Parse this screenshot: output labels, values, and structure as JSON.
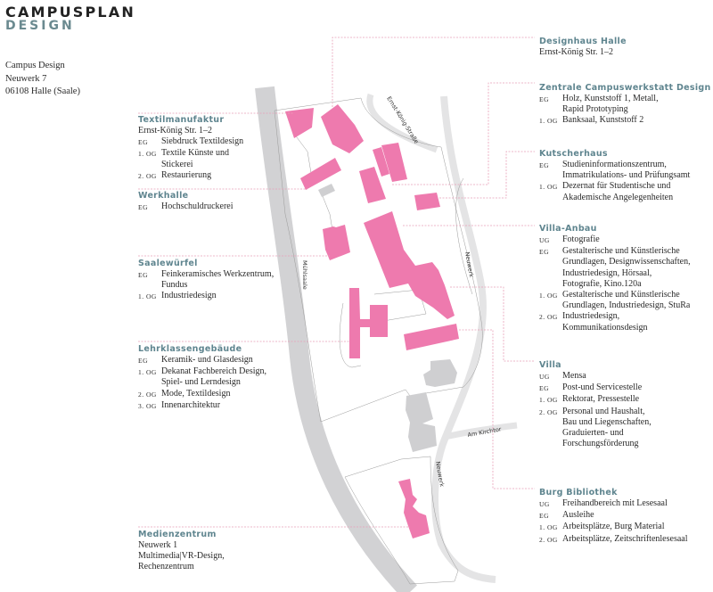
{
  "header": {
    "title": "CAMPUSPLAN",
    "subtitle": "DESIGN"
  },
  "address": {
    "line1": "Campus Design",
    "line2": "Neuwerk 7",
    "line3": "06108 Halle (Saale)"
  },
  "streets": {
    "river": "Mühlsaale",
    "ernst_koenig": "Ernst-König-Straße",
    "neuwerk_upper": "Neuwerk",
    "neuwerk_lower": "Neuwerk",
    "kirchtor": "Am Kirchtor"
  },
  "colors": {
    "building": "#ee7aae",
    "other_building": "#cfcfd1",
    "heading": "#5f858f",
    "leader": "#e8a0b8",
    "road": "#e4e4e5",
    "river": "#d2d2d4"
  },
  "buildings": [
    {
      "id": "textilmanufaktur",
      "name": "Textilmanufaktur",
      "address": "Ernst-König Str. 1–2",
      "floors": [
        {
          "floor": "EG",
          "text": "Siebdruck Textildesign"
        },
        {
          "floor": "1. OG",
          "text": "Textile Künste und\nStickerei"
        },
        {
          "floor": "2. OG",
          "text": "Restaurierung"
        }
      ]
    },
    {
      "id": "werkhalle",
      "name": "Werkhalle",
      "floors": [
        {
          "floor": "EG",
          "text": "Hochschuldruckerei"
        }
      ]
    },
    {
      "id": "saalewuerfel",
      "name": "Saalewürfel",
      "floors": [
        {
          "floor": "EG",
          "text": "Feinkeramisches Werkzentrum,\nFundus"
        },
        {
          "floor": "1. OG",
          "text": "Industriedesign"
        }
      ]
    },
    {
      "id": "lehrklassengebaeude",
      "name": "Lehrklassengebäude",
      "floors": [
        {
          "floor": "EG",
          "text": "Keramik- und Glasdesign"
        },
        {
          "floor": "1. OG",
          "text": "Dekanat Fachbereich Design,\nSpiel- und Lerndesign"
        },
        {
          "floor": "2. OG",
          "text": "Mode, Textildesign"
        },
        {
          "floor": "3. OG",
          "text": "Innenarchitektur"
        }
      ]
    },
    {
      "id": "medienzentrum",
      "name": "Medienzentrum",
      "address": "Neuwerk 1",
      "lines": [
        "Multimedia|VR-Design,",
        "Rechenzentrum"
      ]
    },
    {
      "id": "designhaus",
      "name": "Designhaus Halle",
      "address": "Ernst-König Str. 1–2"
    },
    {
      "id": "campuswerkstatt",
      "name": "Zentrale Campuswerkstatt Design",
      "floors": [
        {
          "floor": "EG",
          "text": "Holz, Kunststoff 1, Metall,\nRapid Prototyping"
        },
        {
          "floor": "1. OG",
          "text": "Banksaal, Kunststoff 2"
        }
      ]
    },
    {
      "id": "kutscherhaus",
      "name": "Kutscherhaus",
      "floors": [
        {
          "floor": "EG",
          "text": "Studieninformationszentrum,\nImmatrikulations- und Prüfungsamt"
        },
        {
          "floor": "1. OG",
          "text": "Dezernat für Studentische und\nAkademische Angelegenheiten"
        }
      ]
    },
    {
      "id": "villa-anbau",
      "name": "Villa-Anbau",
      "floors": [
        {
          "floor": "UG",
          "text": "Fotografie"
        },
        {
          "floor": "EG",
          "text": "Gestalterische und Künstlerische\nGrundlagen, Designwissenschaften,\nIndustriedesign, Hörsaal,\nFotografie, Kino.120a"
        },
        {
          "floor": "1. OG",
          "text": "Gestalterische und Künstlerische\nGrundlagen, Industriedesign, StuRa"
        },
        {
          "floor": "2. OG",
          "text": "Industriedesign,\nKommunikationsdesign"
        }
      ]
    },
    {
      "id": "villa",
      "name": "Villa",
      "floors": [
        {
          "floor": "UG",
          "text": "Mensa"
        },
        {
          "floor": "EG",
          "text": "Post-und Servicestelle"
        },
        {
          "floor": "1. OG",
          "text": "Rektorat, Pressestelle"
        },
        {
          "floor": "2. OG",
          "text": "Personal und Haushalt,\nBau und Liegenschaften,\nGraduierten- und\nForschungsförderung"
        }
      ]
    },
    {
      "id": "bibliothek",
      "name": "Burg Bibliothek",
      "floors": [
        {
          "floor": "UG",
          "text": "Freihandbereich mit Lesesaal"
        },
        {
          "floor": "EG",
          "text": "Ausleihe"
        },
        {
          "floor": "1. OG",
          "text": "Arbeitsplätze, Burg Material"
        },
        {
          "floor": "2. OG",
          "text": "Arbeitsplätze, Zeitschriftenlesesaal"
        }
      ]
    }
  ]
}
